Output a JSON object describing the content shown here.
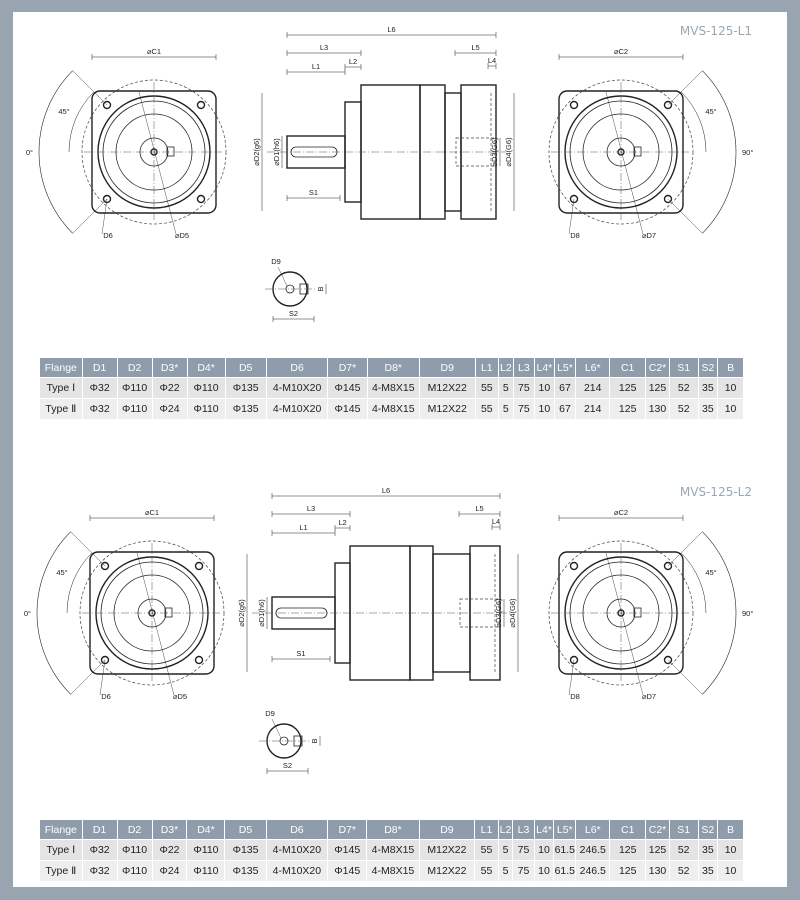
{
  "drawing_labels": {
    "c1": "⌀C1",
    "angle45": "45°",
    "angle0": "0°",
    "d6": "D6",
    "d5": "⌀D5",
    "l6": "L6",
    "l3": "L3",
    "l1": "L1",
    "l2": "L2",
    "l5": "L5",
    "l4": "L4",
    "d2": "⌀D2(g6)",
    "d1": "⌀D1(h6)",
    "s1": "S1",
    "d3": "⌀D3(G6)",
    "d4": "⌀D4(G6)",
    "c2": "⌀C2",
    "angle45r": "45°",
    "angle90": "90°",
    "d8": "D8",
    "d7": "⌀D7",
    "d9": "D9",
    "b": "B",
    "s2": "S2"
  },
  "sections": [
    {
      "model": "MVS-125-L1",
      "table": {
        "headers": [
          "Flange",
          "D1",
          "D2",
          "D3*",
          "D4*",
          "D5",
          "D6",
          "D7*",
          "D8*",
          "D9",
          "L1",
          "L2",
          "L3",
          "L4*",
          "L5*",
          "L6*",
          "C1",
          "C2*",
          "S1",
          "S2",
          "B"
        ],
        "rows": [
          [
            "Type Ⅰ",
            "Φ32",
            "Φ110",
            "Φ22",
            "Φ110",
            "Φ135",
            "4-M10X20",
            "Φ145",
            "4-M8X15",
            "M12X22",
            "55",
            "5",
            "75",
            "10",
            "67",
            "214",
            "125",
            "125",
            "52",
            "35",
            "10"
          ],
          [
            "Type Ⅱ",
            "Φ32",
            "Φ110",
            "Φ24",
            "Φ110",
            "Φ135",
            "4-M10X20",
            "Φ145",
            "4-M8X15",
            "M12X22",
            "55",
            "5",
            "75",
            "10",
            "67",
            "214",
            "125",
            "130",
            "52",
            "35",
            "10"
          ]
        ]
      }
    },
    {
      "model": "MVS-125-L2",
      "table": {
        "headers": [
          "Flange",
          "D1",
          "D2",
          "D3*",
          "D4*",
          "D5",
          "D6",
          "D7*",
          "D8*",
          "D9",
          "L1",
          "L2",
          "L3",
          "L4*",
          "L5*",
          "L6*",
          "C1",
          "C2*",
          "S1",
          "S2",
          "B"
        ],
        "rows": [
          [
            "Type Ⅰ",
            "Φ32",
            "Φ110",
            "Φ22",
            "Φ110",
            "Φ135",
            "4-M10X20",
            "Φ145",
            "4-M8X15",
            "M12X22",
            "55",
            "5",
            "75",
            "10",
            "61.5",
            "246.5",
            "125",
            "125",
            "52",
            "35",
            "10"
          ],
          [
            "Type Ⅱ",
            "Φ32",
            "Φ110",
            "Φ24",
            "Φ110",
            "Φ135",
            "4-M10X20",
            "Φ145",
            "4-M8X15",
            "M12X22",
            "55",
            "5",
            "75",
            "10",
            "61.5",
            "246.5",
            "125",
            "130",
            "52",
            "35",
            "10"
          ]
        ]
      }
    }
  ]
}
